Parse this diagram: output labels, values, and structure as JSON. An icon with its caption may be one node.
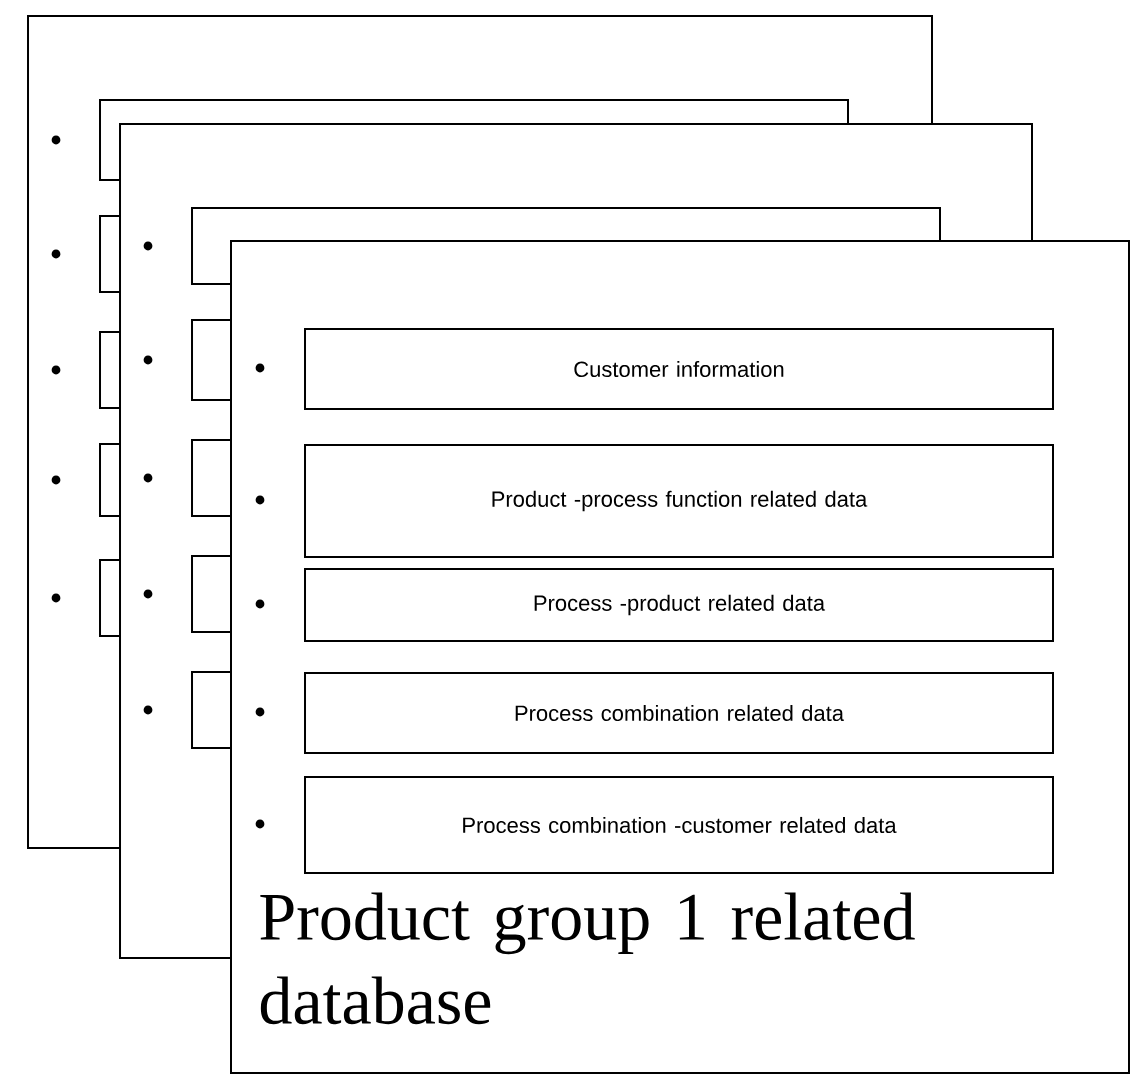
{
  "diagram": {
    "nodes": [
      {
        "text": [
          "Product group 1 related database"
        ]
      },
      {
        "text": [
          "Customer information"
        ],
        "in": 0
      },
      {
        "text": [
          "Product -process function related data"
        ],
        "in": 0
      },
      {
        "text": [
          "Process -product related data"
        ],
        "in": 0
      },
      {
        "text": [
          "Process combination related data"
        ],
        "in": 0
      },
      {
        "text": [
          "Process combination -customer related data"
        ],
        "in": 0
      }
    ]
  }
}
